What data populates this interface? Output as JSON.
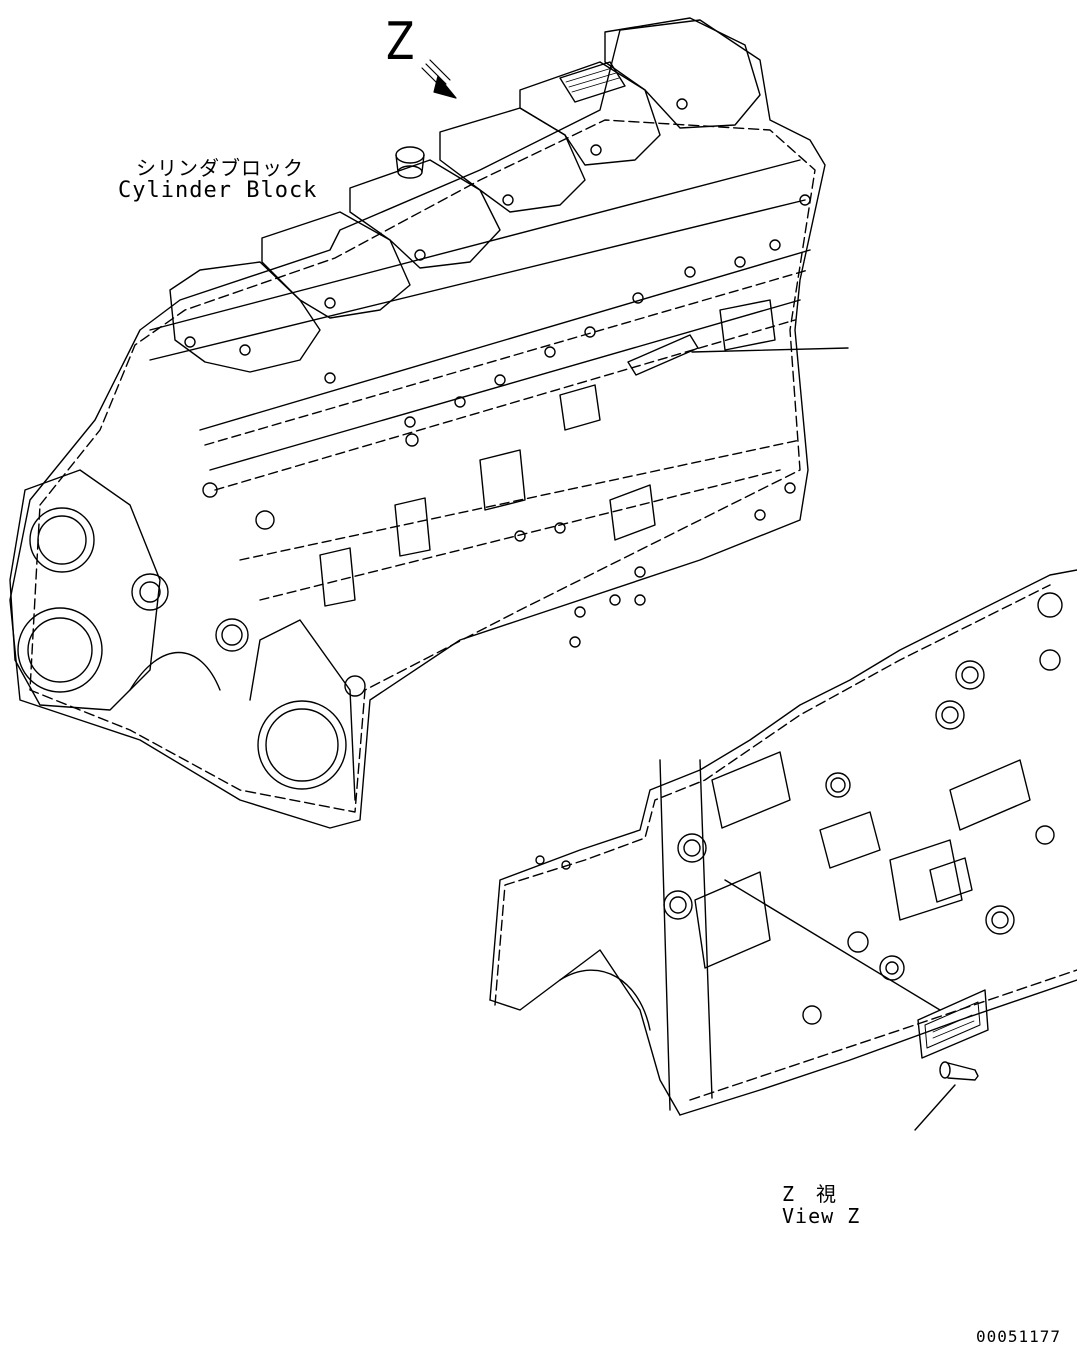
{
  "labels": {
    "view_marker": "Z",
    "cylinder_block_jp": "シリンダブロック",
    "cylinder_block_en": "Cylinder Block",
    "view_z_jp": "Z　視",
    "view_z_en": "View Z",
    "figure_number": "00051177"
  },
  "colors": {
    "ink": "#000000",
    "paper": "#ffffff"
  },
  "icons": {
    "view_arrow": "hatched-arrow-icon"
  }
}
